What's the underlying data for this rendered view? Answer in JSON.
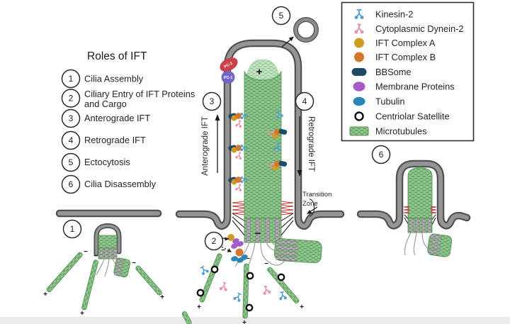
{
  "roles": {
    "title": "Roles of IFT",
    "items": [
      {
        "num": "1",
        "label": "Cilia Assembly"
      },
      {
        "num": "2",
        "label": "Ciliary Entry of IFT Proteins",
        "label2": "and Cargo"
      },
      {
        "num": "3",
        "label": "Anterograde IFT"
      },
      {
        "num": "4",
        "label": "Retrograde IFT"
      },
      {
        "num": "5",
        "label": "Ectocytosis"
      },
      {
        "num": "6",
        "label": "Cilia Disassembly"
      }
    ]
  },
  "legend": {
    "items": [
      {
        "label": "Kinesin-2",
        "icon": "kinesin-icon",
        "color": "#4f9fd4"
      },
      {
        "label": "Cytoplasmic Dynein-2",
        "icon": "dynein-icon",
        "color": "#ec8fa4"
      },
      {
        "label": "IFT Complex A",
        "icon": "circle-icon",
        "color": "#cf9b22"
      },
      {
        "label": "IFT Complex B",
        "icon": "circle-icon",
        "color": "#d4772c"
      },
      {
        "label": "BBSome",
        "icon": "rounded-rect-icon",
        "color": "#1d4b63"
      },
      {
        "label": "Membrane Proteins",
        "icon": "ellipse-icon",
        "color": "#a55cc8"
      },
      {
        "label": "Tubulin",
        "icon": "ellipse-icon",
        "color": "#2b86b8"
      },
      {
        "label": "Centriolar Satellite",
        "icon": "open-circle-icon",
        "color": "#111111"
      },
      {
        "label": "Microtubules",
        "icon": "hatched-rect-icon",
        "color": "#8cc48c"
      }
    ]
  },
  "cilium": {
    "anterograde": "Anterograde IFT",
    "retrograde": "Retrograde IFT",
    "transition_line1": "Transition",
    "transition_line2": "Zone",
    "pc1": "PC-1",
    "pc2": "PC-2"
  },
  "badges": {
    "b1": "1",
    "b2": "2",
    "b3": "3",
    "b4": "4",
    "b5": "5",
    "b6": "6"
  },
  "symbols": {
    "plus": "+",
    "minus": "−"
  },
  "colors": {
    "membrane": "#949494",
    "membrane_edge": "#4e4e4e",
    "microtubule_green": "#92c692",
    "microtubule_hatch": "#5d9e5a",
    "centriole_gray": "#b4b4b4",
    "transition_fiber_red": "#c23b3b",
    "pc1_purple": "#7466c9",
    "pc2_red": "#c8414b",
    "background_strip": "#ececee"
  }
}
